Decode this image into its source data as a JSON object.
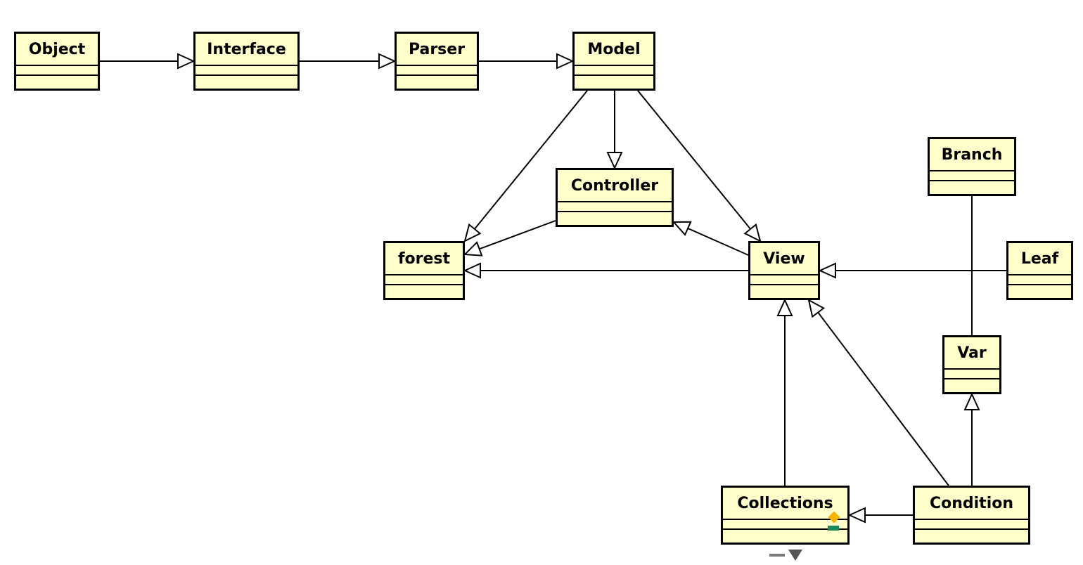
{
  "classes": [
    {
      "id": "object",
      "name": "Object"
    },
    {
      "id": "interface",
      "name": "Interface"
    },
    {
      "id": "parser",
      "name": "Parser"
    },
    {
      "id": "model",
      "name": "Model"
    },
    {
      "id": "controller",
      "name": "Controller"
    },
    {
      "id": "forest",
      "name": "forest"
    },
    {
      "id": "view",
      "name": "View"
    },
    {
      "id": "branch",
      "name": "Branch"
    },
    {
      "id": "leaf",
      "name": "Leaf"
    },
    {
      "id": "var",
      "name": "Var"
    },
    {
      "id": "collections",
      "name": "Collections"
    },
    {
      "id": "condition",
      "name": "Condition"
    }
  ],
  "relations": [
    {
      "from": "object",
      "to": "interface",
      "type": "generalization"
    },
    {
      "from": "interface",
      "to": "parser",
      "type": "generalization"
    },
    {
      "from": "parser",
      "to": "model",
      "type": "generalization"
    },
    {
      "from": "model",
      "to": "controller",
      "type": "generalization"
    },
    {
      "from": "model",
      "to": "forest",
      "type": "generalization"
    },
    {
      "from": "model",
      "to": "view",
      "type": "generalization"
    },
    {
      "from": "controller",
      "to": "forest",
      "type": "generalization"
    },
    {
      "from": "view",
      "to": "controller",
      "type": "generalization"
    },
    {
      "from": "view",
      "to": "forest",
      "type": "generalization"
    },
    {
      "from": "leaf",
      "to": "view",
      "type": "generalization"
    },
    {
      "from": "branch",
      "to": "var",
      "type": "association"
    },
    {
      "from": "collections",
      "to": "view",
      "type": "generalization"
    },
    {
      "from": "condition",
      "to": "view",
      "type": "generalization"
    },
    {
      "from": "condition",
      "to": "var",
      "type": "generalization"
    },
    {
      "from": "condition",
      "to": "collections",
      "type": "generalization"
    }
  ],
  "colors": {
    "class_fill": "#ffffcc",
    "class_border": "#000000",
    "line": "#000000",
    "marker_diamond": "#f5b400",
    "marker_bar": "#1a8a5a",
    "scroll_marker": "#555555"
  },
  "icons": [
    "diamond-icon",
    "bar-icon",
    "dash-icon",
    "tri-down-icon"
  ]
}
